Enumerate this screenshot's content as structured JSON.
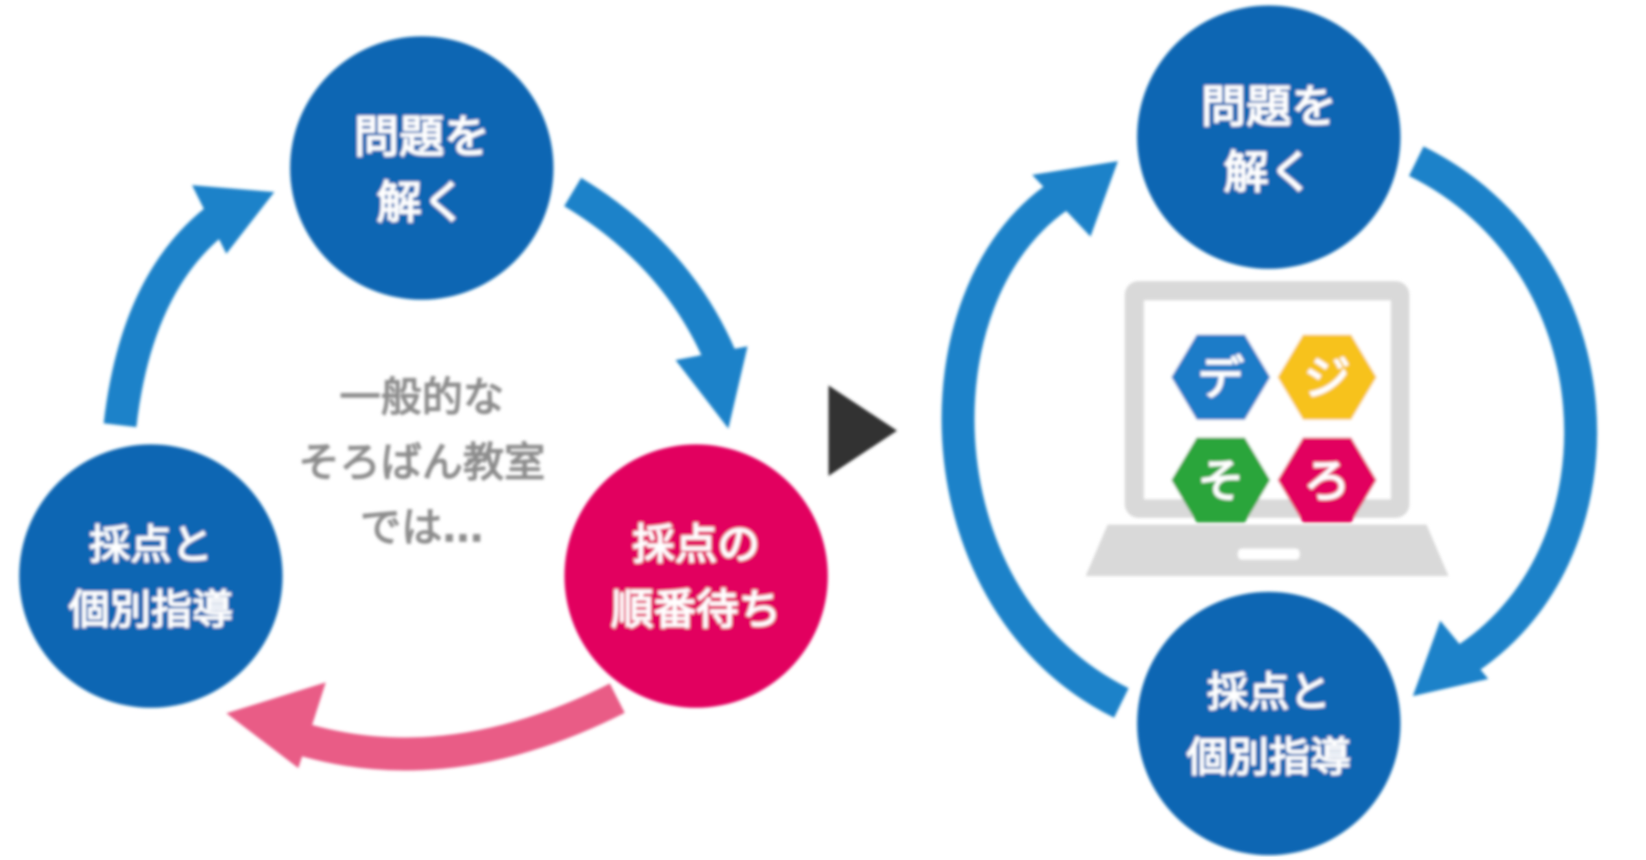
{
  "colors": {
    "blue": "#0d66b3",
    "arrow_blue": "#1f82c9",
    "magenta": "#e2005e",
    "pink_arrow": "#e95b86",
    "gray_text": "#8c8c8c",
    "dark_arrow": "#333333",
    "laptop_gray": "#d9d9d9",
    "hex_blue": "#1a7bc8",
    "hex_yellow": "#f7c21b",
    "hex_green": "#29a53a",
    "hex_red": "#e2005e"
  },
  "left_cycle": {
    "solve": {
      "line1": "問題を",
      "line2": "解く"
    },
    "waiting": {
      "line1": "採点の",
      "line2": "順番待ち"
    },
    "grading": {
      "line1": "採点と",
      "line2": "個別指導"
    },
    "center": {
      "line1": "一般的な",
      "line2": "そろばん教室",
      "line3": "では…"
    }
  },
  "right_cycle": {
    "solve": {
      "line1": "問題を",
      "line2": "解く"
    },
    "grading": {
      "line1": "採点と",
      "line2": "個別指導"
    },
    "logo": {
      "char1": "デ",
      "char2": "ジ",
      "char3": "そ",
      "char4": "ろ"
    }
  },
  "icons": {
    "transition": "play-arrow-icon",
    "device": "laptop-icon"
  }
}
